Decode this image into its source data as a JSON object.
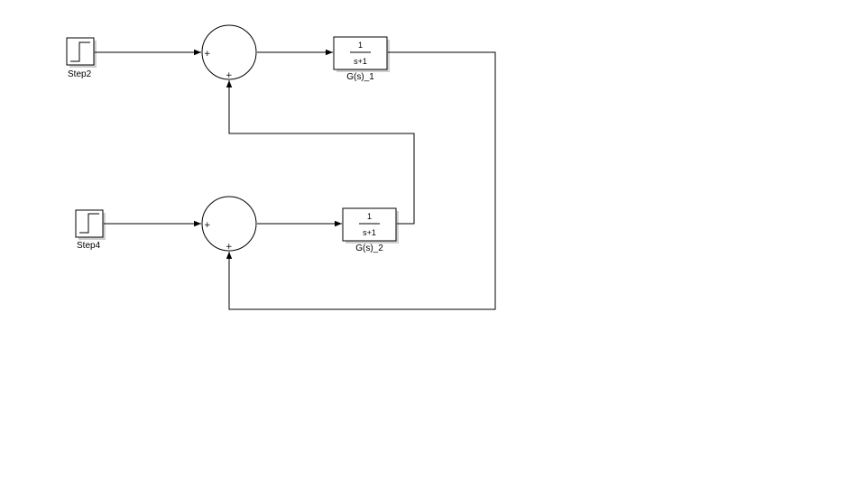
{
  "blocks": {
    "step_top": {
      "label": "Step2"
    },
    "step_bottom": {
      "label": "Step4"
    },
    "gain_top": {
      "label": "G(s)_1",
      "numerator": "1",
      "denominator": "s+1"
    },
    "gain_bottom": {
      "label": "G(s)_2",
      "numerator": "1",
      "denominator": "s+1"
    },
    "sum_top": {
      "sign_left": "+",
      "sign_bottom": "+"
    },
    "sum_bottom": {
      "sign_left": "+",
      "sign_bottom": "+"
    }
  }
}
